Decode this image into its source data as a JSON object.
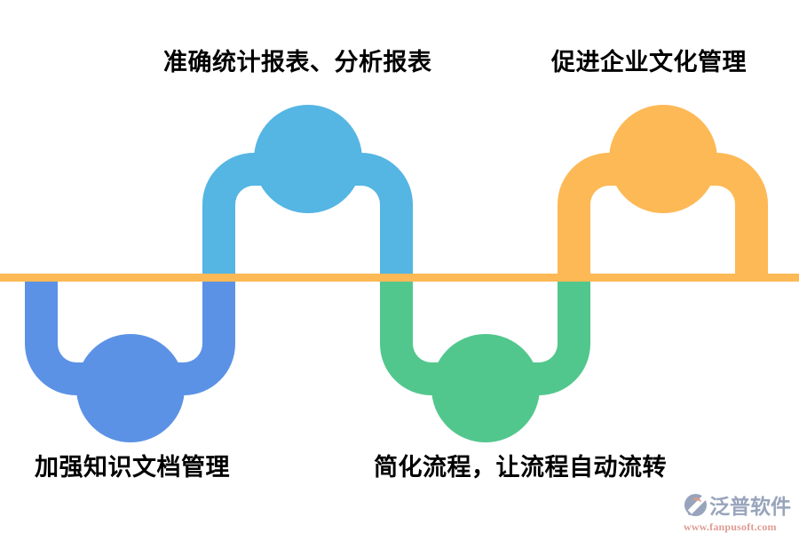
{
  "colors": {
    "blue": "#5B92E5",
    "light_blue": "#55B5E3",
    "green": "#52C78D",
    "orange": "#FDB956",
    "label_text": "#000000",
    "watermark_blue": "#98A4BB",
    "watermark_salmon": "#E09B92"
  },
  "diagram": {
    "type": "serpentine-flow",
    "baseline_color_key": "orange",
    "steps": [
      {
        "label": "加强知识文档管理",
        "color": "#5B92E5",
        "side": "below-line",
        "position": "bottom-left"
      },
      {
        "label": "准确统计报表、分析报表",
        "color": "#55B5E3",
        "side": "above-line",
        "position": "top-left"
      },
      {
        "label": "简化流程，让流程自动流转",
        "color": "#52C78D",
        "side": "below-line",
        "position": "bottom-center"
      },
      {
        "label": "促进企业文化管理",
        "color": "#FDB956",
        "side": "above-line",
        "position": "top-right"
      }
    ]
  },
  "watermark": {
    "brand": "泛普软件",
    "url": "www.fanpusoft.com",
    "logo_icon": "fanpu-logo-icon"
  }
}
